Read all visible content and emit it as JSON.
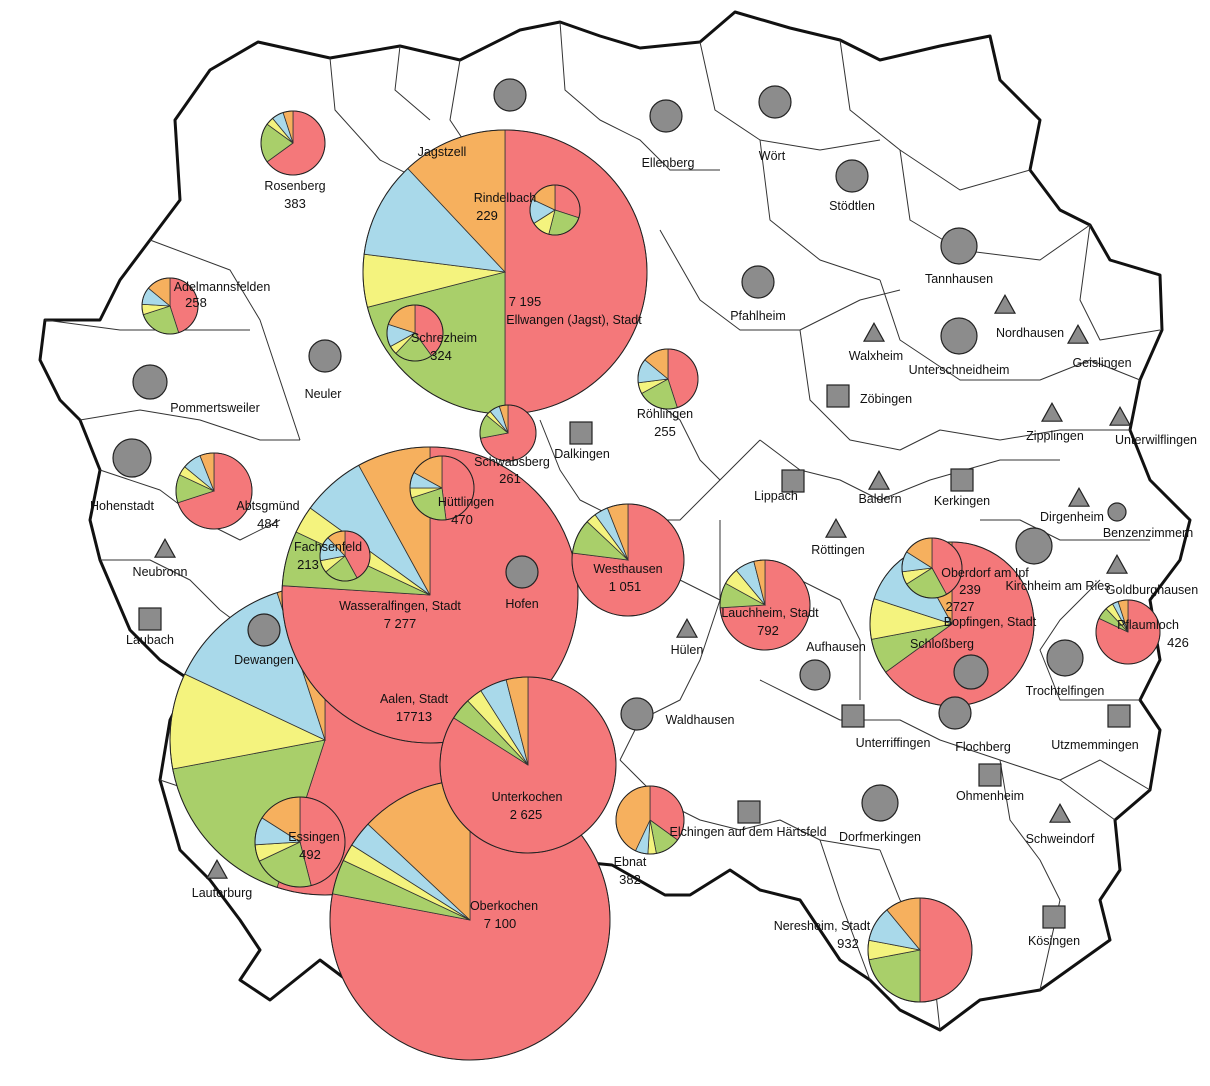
{
  "colors": {
    "red": "#f4787a",
    "green": "#a9cf6a",
    "yellow": "#f4f37e",
    "blue": "#a9d9ea",
    "orange": "#f6b05e",
    "grey_symbol": "#8c8c8c",
    "border": "#111111"
  },
  "pie_segment_order": [
    "red",
    "green",
    "yellow",
    "blue",
    "orange"
  ],
  "municipalities_with_pies": [
    {
      "id": "aalen",
      "name": "Aalen, Stadt",
      "value": "17713",
      "shares": [
        0.55,
        0.17,
        0.1,
        0.13,
        0.05
      ]
    },
    {
      "id": "oberkochen",
      "name": "Oberkochen",
      "value": "7 100",
      "shares": [
        0.78,
        0.04,
        0.02,
        0.03,
        0.13
      ]
    },
    {
      "id": "ellwangen",
      "name": "Ellwangen (Jagst), Stadt",
      "value": "7 195",
      "shares": [
        0.5,
        0.21,
        0.06,
        0.11,
        0.12
      ]
    },
    {
      "id": "wasseralfingen",
      "name": "Wasseralfingen, Stadt",
      "value": "7 277",
      "shares": [
        0.76,
        0.06,
        0.03,
        0.07,
        0.08
      ]
    },
    {
      "id": "bopfingen",
      "name": "Bopfingen, Stadt",
      "value": "2727",
      "shares": [
        0.65,
        0.07,
        0.08,
        0.12,
        0.08
      ]
    },
    {
      "id": "unterkochen",
      "name": "Unterkochen",
      "value": "2 625",
      "shares": [
        0.84,
        0.04,
        0.03,
        0.05,
        0.04
      ]
    },
    {
      "id": "westhausen",
      "name": "Westhausen",
      "value": "1 051",
      "shares": [
        0.77,
        0.1,
        0.03,
        0.04,
        0.06
      ]
    },
    {
      "id": "neresheim",
      "name": "Neresheim, Stadt",
      "value": "932",
      "shares": [
        0.5,
        0.22,
        0.06,
        0.11,
        0.11
      ]
    },
    {
      "id": "lauchheim",
      "name": "Lauchheim, Stadt",
      "value": "792",
      "shares": [
        0.74,
        0.09,
        0.06,
        0.07,
        0.04
      ]
    },
    {
      "id": "essingen",
      "name": "Essingen",
      "value": "492",
      "shares": [
        0.46,
        0.22,
        0.06,
        0.1,
        0.16
      ]
    },
    {
      "id": "huettlingen",
      "name": "Hüttlingen",
      "value": "470",
      "shares": [
        0.48,
        0.22,
        0.05,
        0.08,
        0.17
      ]
    },
    {
      "id": "abtsgmuend",
      "name": "Abtsgmünd",
      "value": "484",
      "shares": [
        0.7,
        0.12,
        0.04,
        0.08,
        0.06
      ]
    },
    {
      "id": "pflaumloch",
      "name": "Pflaumloch",
      "value": "426",
      "shares": [
        0.82,
        0.06,
        0.04,
        0.03,
        0.05
      ]
    },
    {
      "id": "rosenberg",
      "name": "Rosenberg",
      "value": "383",
      "shares": [
        0.65,
        0.2,
        0.04,
        0.06,
        0.05
      ]
    },
    {
      "id": "ebnat",
      "name": "Ebnat",
      "value": "382",
      "shares": [
        0.35,
        0.12,
        0.04,
        0.06,
        0.43
      ]
    },
    {
      "id": "schrezheim",
      "name": "Schrezheim",
      "value": "324",
      "shares": [
        0.4,
        0.22,
        0.05,
        0.13,
        0.2
      ]
    },
    {
      "id": "schwabsberg",
      "name": "Schwabsberg",
      "value": "261",
      "shares": [
        0.72,
        0.14,
        0.03,
        0.06,
        0.05
      ]
    },
    {
      "id": "adelmannsfelden",
      "name": "Adelmannsfelden",
      "value": "258",
      "shares": [
        0.45,
        0.25,
        0.06,
        0.1,
        0.14
      ]
    },
    {
      "id": "roehlingen",
      "name": "Röhlingen",
      "value": "255",
      "shares": [
        0.45,
        0.22,
        0.06,
        0.13,
        0.14
      ]
    },
    {
      "id": "oberdorf",
      "name": "Oberdorf am Ipf",
      "value": "239",
      "shares": [
        0.42,
        0.24,
        0.07,
        0.11,
        0.16
      ]
    },
    {
      "id": "rindelbach",
      "name": "Rindelbach",
      "value": "229",
      "shares": [
        0.3,
        0.24,
        0.12,
        0.16,
        0.18
      ]
    },
    {
      "id": "fachsenfeld",
      "name": "Fachsenfeld",
      "value": "213",
      "shares": [
        0.42,
        0.22,
        0.08,
        0.16,
        0.12
      ]
    }
  ],
  "municipalities_with_symbols": [
    {
      "id": "jagstzell",
      "name": "Jagstzell",
      "symbol": "circle"
    },
    {
      "id": "woert",
      "name": "Wört",
      "symbol": "circle"
    },
    {
      "id": "ellenberg",
      "name": "Ellenberg",
      "symbol": "circle"
    },
    {
      "id": "stoedtlen",
      "name": "Stödtlen",
      "symbol": "circle"
    },
    {
      "id": "tannhausen",
      "name": "Tannhausen",
      "symbol": "circle"
    },
    {
      "id": "pfahlheim",
      "name": "Pfahlheim",
      "symbol": "circle"
    },
    {
      "id": "nordhausen",
      "name": "Nordhausen",
      "symbol": "triangle"
    },
    {
      "id": "geislingen",
      "name": "Geislingen",
      "symbol": "triangle"
    },
    {
      "id": "walxheim",
      "name": "Walxheim",
      "symbol": "triangle"
    },
    {
      "id": "unterschneidheim",
      "name": "Unterschneidheim",
      "symbol": "circle"
    },
    {
      "id": "zoebingen",
      "name": "Zöbingen",
      "symbol": "square"
    },
    {
      "id": "zipplingen",
      "name": "Zipplingen",
      "symbol": "triangle"
    },
    {
      "id": "unterwilflingen",
      "name": "Unterwilflingen",
      "symbol": "triangle"
    },
    {
      "id": "neuler",
      "name": "Neuler",
      "symbol": "circle"
    },
    {
      "id": "pommertsweiler",
      "name": "Pommertsweiler",
      "symbol": "circle"
    },
    {
      "id": "hohenstadt",
      "name": "Hohenstadt",
      "symbol": "circle"
    },
    {
      "id": "neubronn",
      "name": "Neubronn",
      "symbol": "triangle"
    },
    {
      "id": "laubach",
      "name": "Laubach",
      "symbol": "square"
    },
    {
      "id": "dalkingen",
      "name": "Dalkingen",
      "symbol": "square"
    },
    {
      "id": "lippach",
      "name": "Lippach",
      "symbol": "square"
    },
    {
      "id": "baldern",
      "name": "Baldern",
      "symbol": "triangle"
    },
    {
      "id": "kerkingen",
      "name": "Kerkingen",
      "symbol": "square"
    },
    {
      "id": "dirgenheim",
      "name": "Dirgenheim",
      "symbol": "triangle"
    },
    {
      "id": "benzenzimmern",
      "name": "Benzenzimmern",
      "symbol": "circle"
    },
    {
      "id": "roettingen",
      "name": "Röttingen",
      "symbol": "triangle"
    },
    {
      "id": "kirchheim",
      "name": "Kirchheim am Ries",
      "symbol": "circle"
    },
    {
      "id": "goldburghausen",
      "name": "Goldburghausen",
      "symbol": "triangle"
    },
    {
      "id": "hofen",
      "name": "Hofen",
      "symbol": "circle"
    },
    {
      "id": "dewangen",
      "name": "Dewangen",
      "symbol": "circle"
    },
    {
      "id": "huelen",
      "name": "Hülen",
      "symbol": "triangle"
    },
    {
      "id": "aufhausen",
      "name": "Aufhausen",
      "symbol": "circle"
    },
    {
      "id": "schlossberg",
      "name": "Schloßberg",
      "symbol": "circle"
    },
    {
      "id": "trochtelfingen",
      "name": "Trochtelfingen",
      "symbol": "circle"
    },
    {
      "id": "waldhausen",
      "name": "Waldhausen",
      "symbol": "circle"
    },
    {
      "id": "unterriffingen",
      "name": "Unterriffingen",
      "symbol": "square"
    },
    {
      "id": "flochberg",
      "name": "Flochberg",
      "symbol": "circle"
    },
    {
      "id": "utzmemmingen",
      "name": "Utzmemmingen",
      "symbol": "square"
    },
    {
      "id": "ohmenheim",
      "name": "Ohmenheim",
      "symbol": "square"
    },
    {
      "id": "elchingen",
      "name": "Elchingen auf dem Härtsfeld",
      "symbol": "square"
    },
    {
      "id": "dorfmerkingen",
      "name": "Dorfmerkingen",
      "symbol": "circle"
    },
    {
      "id": "schweindorf",
      "name": "Schweindorf",
      "symbol": "triangle"
    },
    {
      "id": "lauterburg",
      "name": "Lauterburg",
      "symbol": "triangle"
    },
    {
      "id": "koesingen",
      "name": "Kösingen",
      "symbol": "square"
    }
  ]
}
